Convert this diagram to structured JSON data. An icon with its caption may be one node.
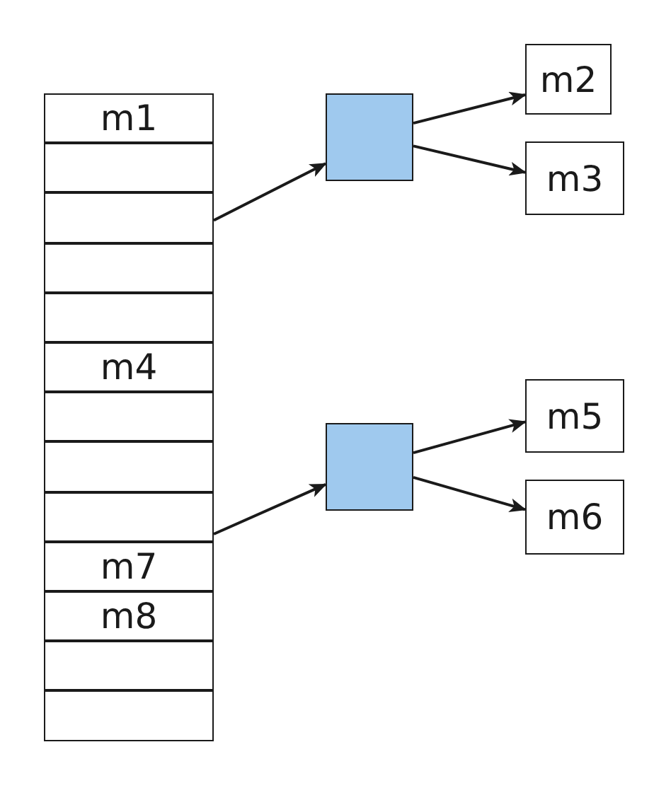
{
  "diagram": {
    "nodes": [
      {
        "text": [
          "m1"
        ]
      },
      {
        "text": [],
        "shape": "box"
      },
      {
        "text": [],
        "shape": "box"
      },
      {
        "text": [],
        "shape": "box"
      },
      {
        "text": [],
        "shape": "box"
      },
      {
        "text": [
          "m4"
        ]
      },
      {
        "text": [],
        "shape": "box"
      },
      {
        "text": [],
        "shape": "box"
      },
      {
        "text": [],
        "shape": "box"
      },
      {
        "text": [
          "m7"
        ]
      },
      {
        "text": [
          "m8"
        ]
      },
      {
        "text": [],
        "shape": "box"
      },
      {
        "text": [],
        "shape": "box"
      },
      {
        "text": [],
        "shape": "box"
      },
      {
        "text": [
          "m2"
        ]
      },
      {
        "text": [
          "m3"
        ]
      },
      {
        "text": [],
        "shape": "box"
      },
      {
        "text": [
          "m5"
        ]
      },
      {
        "text": [
          "m6"
        ]
      }
    ],
    "edges": [
      {
        "from": 2,
        "to": 13,
        "arrow": "to"
      },
      {
        "from": 13,
        "to": 14,
        "arrow": "to"
      },
      {
        "from": 13,
        "to": 15,
        "arrow": "to"
      },
      {
        "from": 8,
        "to": 16,
        "arrow": "to"
      },
      {
        "from": 16,
        "to": 17,
        "arrow": "to"
      },
      {
        "from": 16,
        "to": 18,
        "arrow": "to"
      }
    ]
  }
}
